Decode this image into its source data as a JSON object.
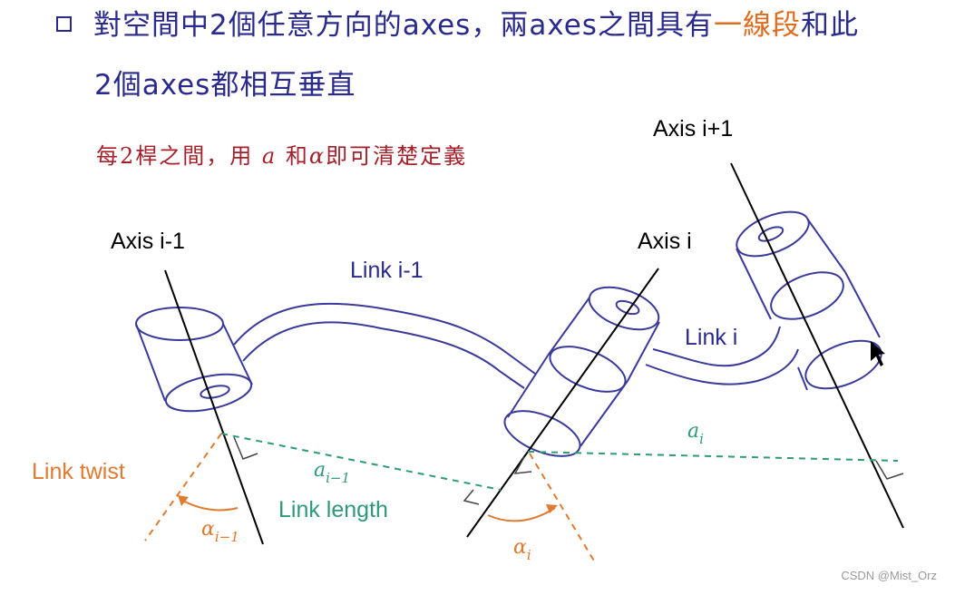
{
  "header": {
    "line1_main": "對空間中2個任意方向的axes，兩axes之間具有",
    "line1_highlight": "一線段",
    "line1_tail": "和此",
    "line2": "2個axes都相互垂直"
  },
  "note": {
    "prefix": "每2桿之間，用 ",
    "symbol_a": "a",
    "middle": " 和",
    "symbol_alpha": "α",
    "suffix": "即可清楚定義"
  },
  "diagram": {
    "axis_prev_label": "Axis i-1",
    "axis_curr_label": "Axis i",
    "axis_next_label": "Axis i+1",
    "link_prev_label": "Link i-1",
    "link_curr_label": "Link i",
    "link_twist_label": "Link twist",
    "link_length_label": "Link length",
    "a_prev_base": "a",
    "a_prev_sub": "i−1",
    "a_curr_base": "a",
    "a_curr_sub": "i",
    "alpha_prev_base": "α",
    "alpha_prev_sub": "i−1",
    "alpha_curr_base": "α",
    "alpha_curr_sub": "i"
  },
  "colors": {
    "text_primary": "#2a2a8c",
    "highlight": "#e06c1f",
    "note": "#a5202a",
    "link_outline": "#3a3a9a",
    "axis": "#000000",
    "length": "#2e9a7a",
    "twist": "#e07a30"
  },
  "watermark": "CSDN @Mist_Orz"
}
